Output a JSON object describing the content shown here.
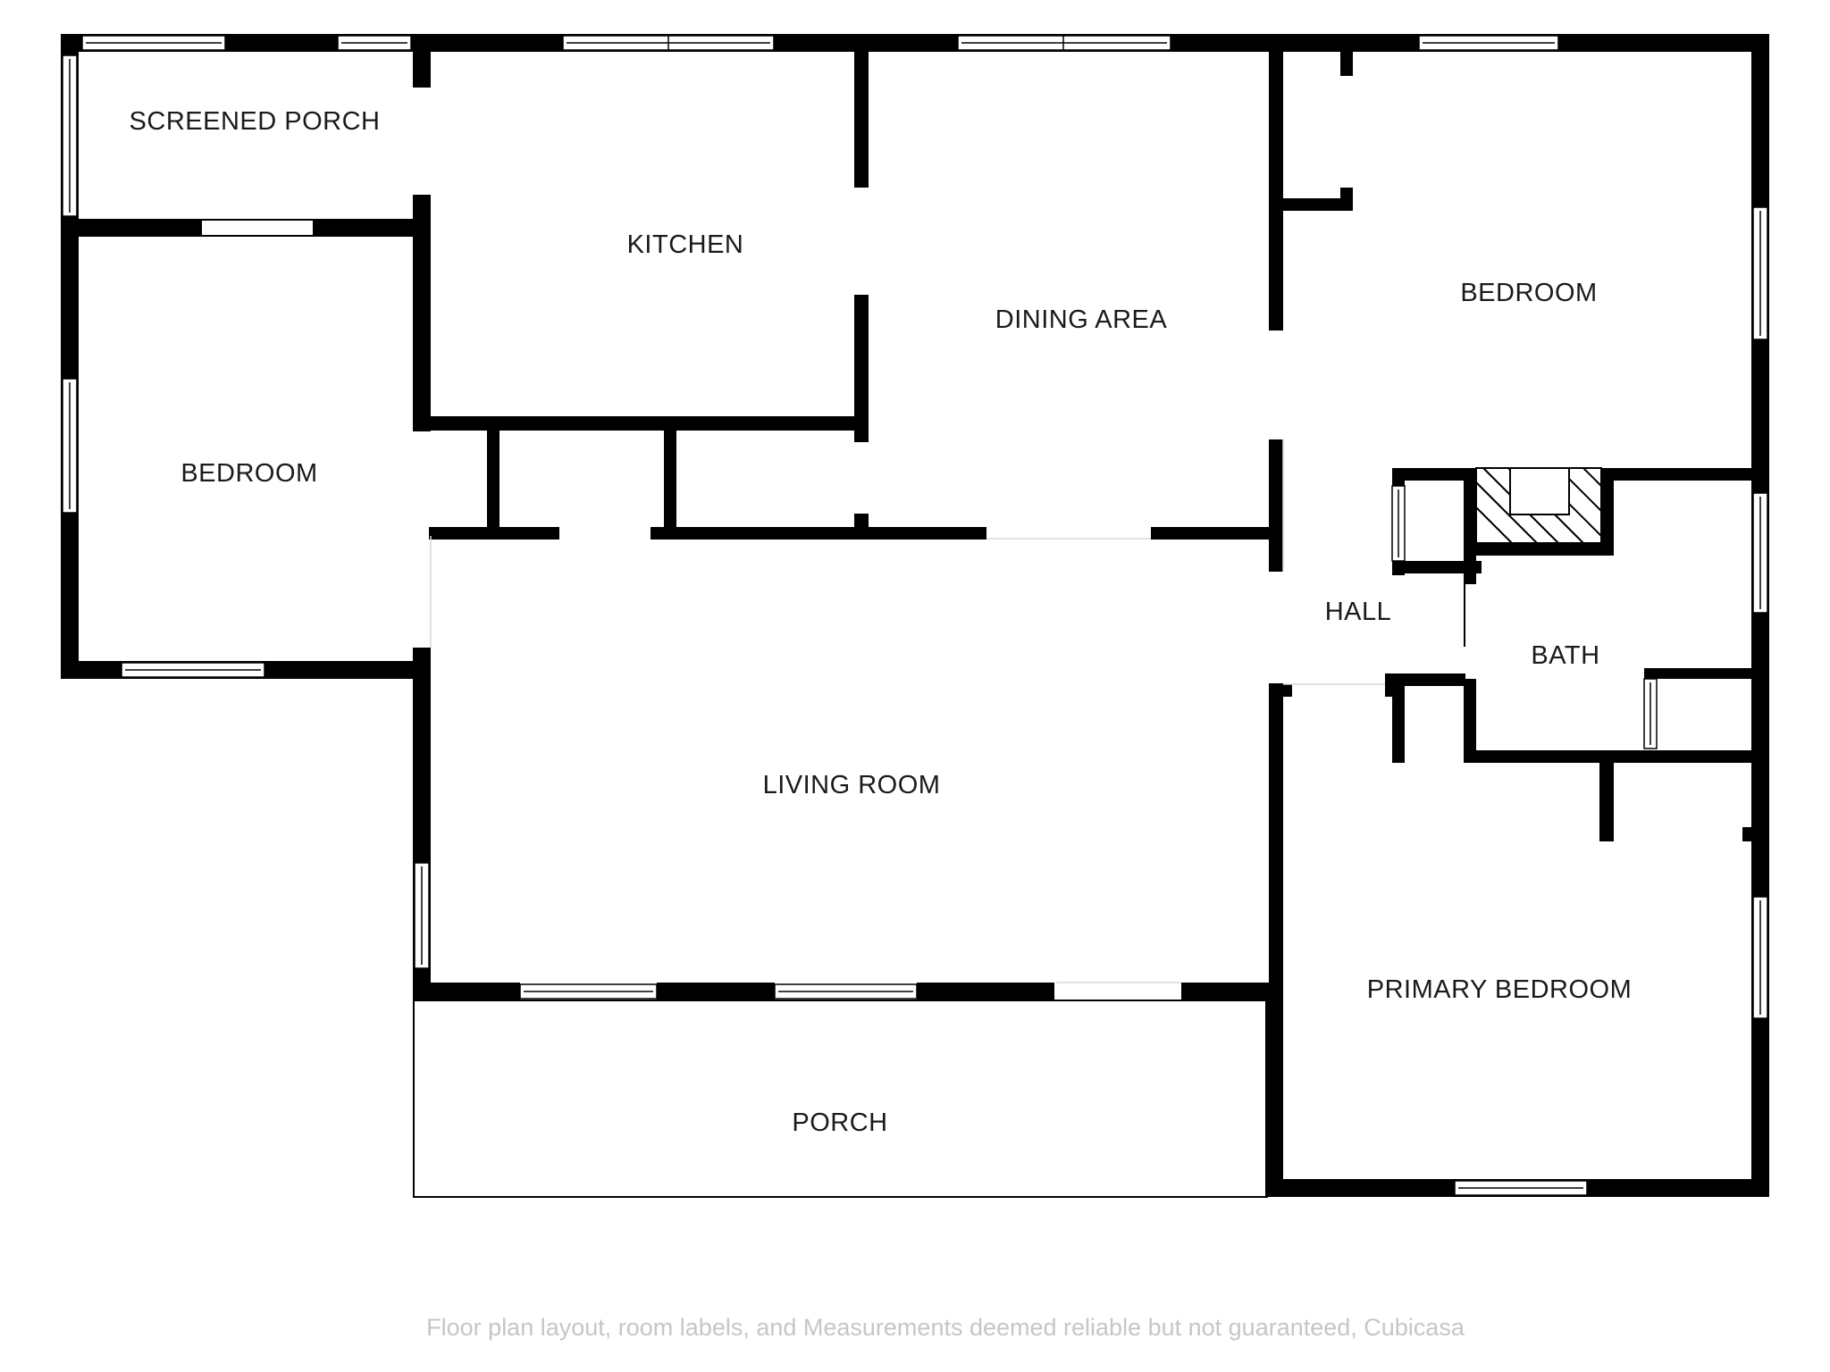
{
  "plan": {
    "rooms": {
      "screened_porch": "SCREENED PORCH",
      "kitchen": "KITCHEN",
      "dining_area": "DINING AREA",
      "bedroom_ne": "BEDROOM",
      "bedroom_w": "BEDROOM",
      "hall": "HALL",
      "bath": "BATH",
      "living_room": "LIVING ROOM",
      "primary_bedroom": "PRIMARY BEDROOM",
      "porch": "PORCH"
    },
    "disclaimer": "Floor plan layout, room labels, and Measurements deemed reliable but not guaranteed, Cubicasa"
  },
  "colors": {
    "wall": "#000000",
    "background": "#ffffff",
    "label": "#1a1a1a",
    "disclaimer": "#c6c6c6"
  }
}
